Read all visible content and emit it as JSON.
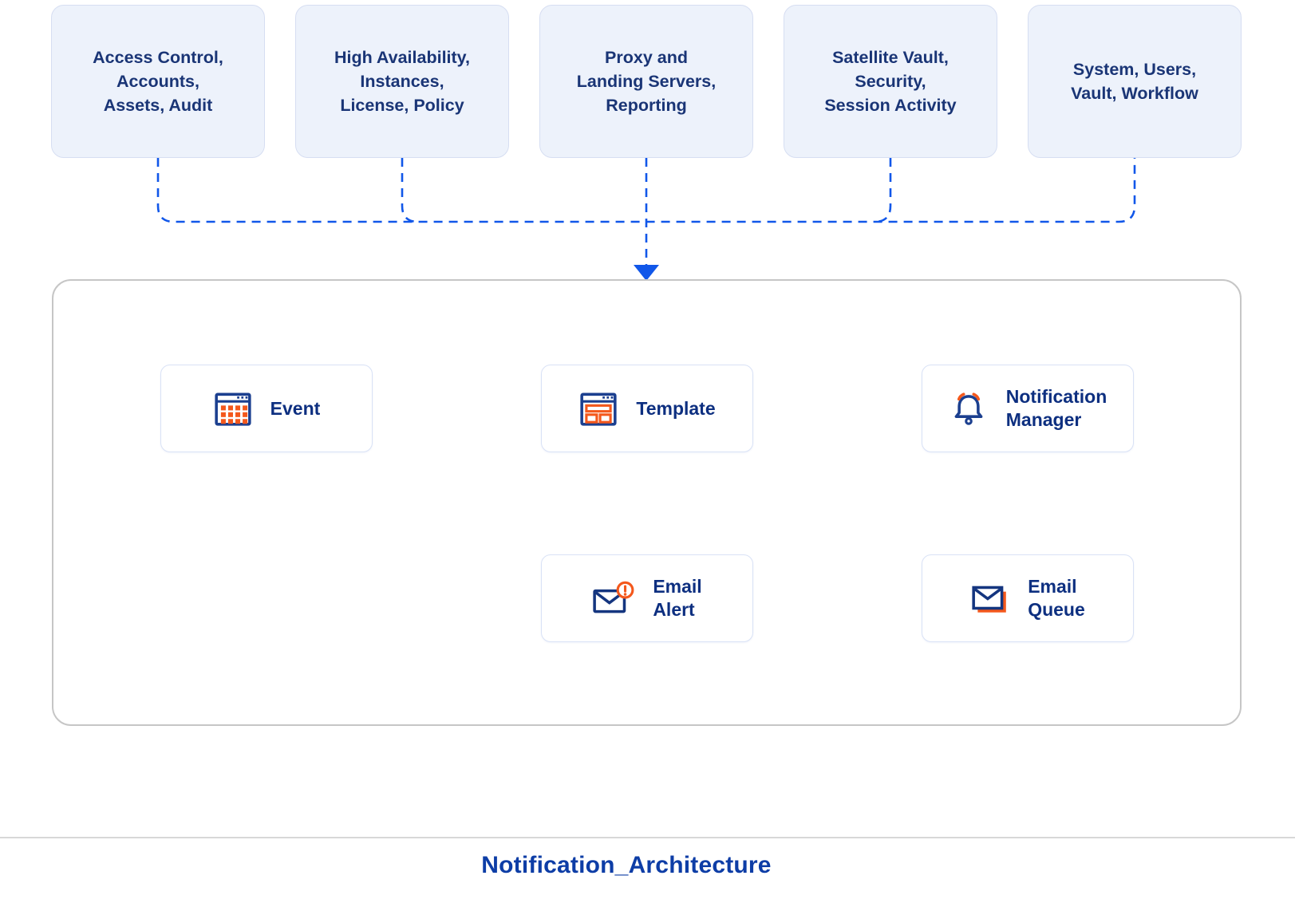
{
  "colors": {
    "accent_blue": "#1157e9",
    "orange": "#f4581c",
    "group_fill": "#edf2fb",
    "group_text": "#1a3576",
    "node_text": "#0d2f80",
    "container_border": "#c6c6c6",
    "title_blue": "#0d3da6"
  },
  "source_groups": [
    {
      "label": "Access Control,\nAccounts,\nAssets, Audit"
    },
    {
      "label": "High Availability,\nInstances,\nLicense, Policy"
    },
    {
      "label": "Proxy and\nLanding Servers,\nReporting"
    },
    {
      "label": "Satellite Vault,\nSecurity,\nSession Activity"
    },
    {
      "label": "System, Users,\nVault, Workflow"
    }
  ],
  "pipeline": {
    "event": {
      "label": "Event",
      "icon": "calendar-grid-icon"
    },
    "template": {
      "label": "Template",
      "icon": "layout-template-icon"
    },
    "notification_manager": {
      "label": "Notification\nManager",
      "icon": "bell-icon"
    },
    "email_alert": {
      "label": "Email\nAlert",
      "icon": "email-alert-icon"
    },
    "email_queue": {
      "label": "Email\nQueue",
      "icon": "email-queue-icon"
    }
  },
  "footer": {
    "title": "Notification_Architecture"
  }
}
